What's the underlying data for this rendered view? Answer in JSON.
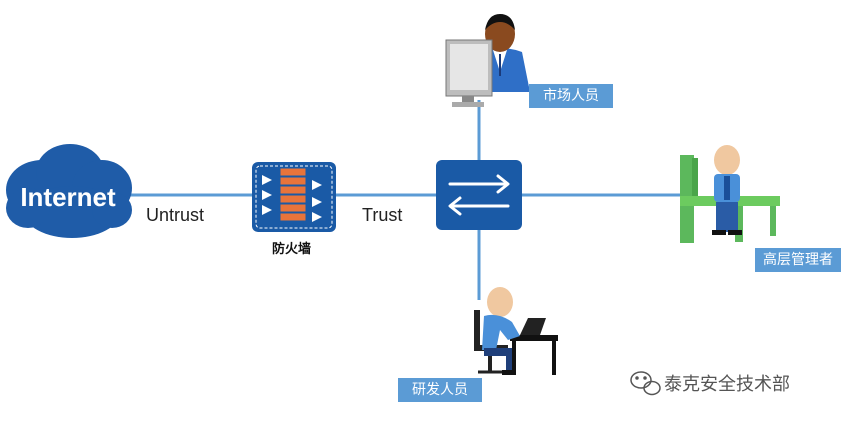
{
  "nodes": {
    "internet": "Internet",
    "firewall": "防火墙",
    "marketing": "市场人员",
    "management": "高层管理者",
    "rnd": "研发人员"
  },
  "zones": {
    "untrust": "Untrust",
    "trust": "Trust"
  },
  "watermark": {
    "text": "泰克安全技术部",
    "icon": "wechat-icon"
  },
  "colors": {
    "link": "#5b9bd5",
    "cloud": "#1f5ca8",
    "switch": "#1a5aa6",
    "firewall_wall": "#e8743b",
    "label_bg": "#5b9bd5"
  }
}
